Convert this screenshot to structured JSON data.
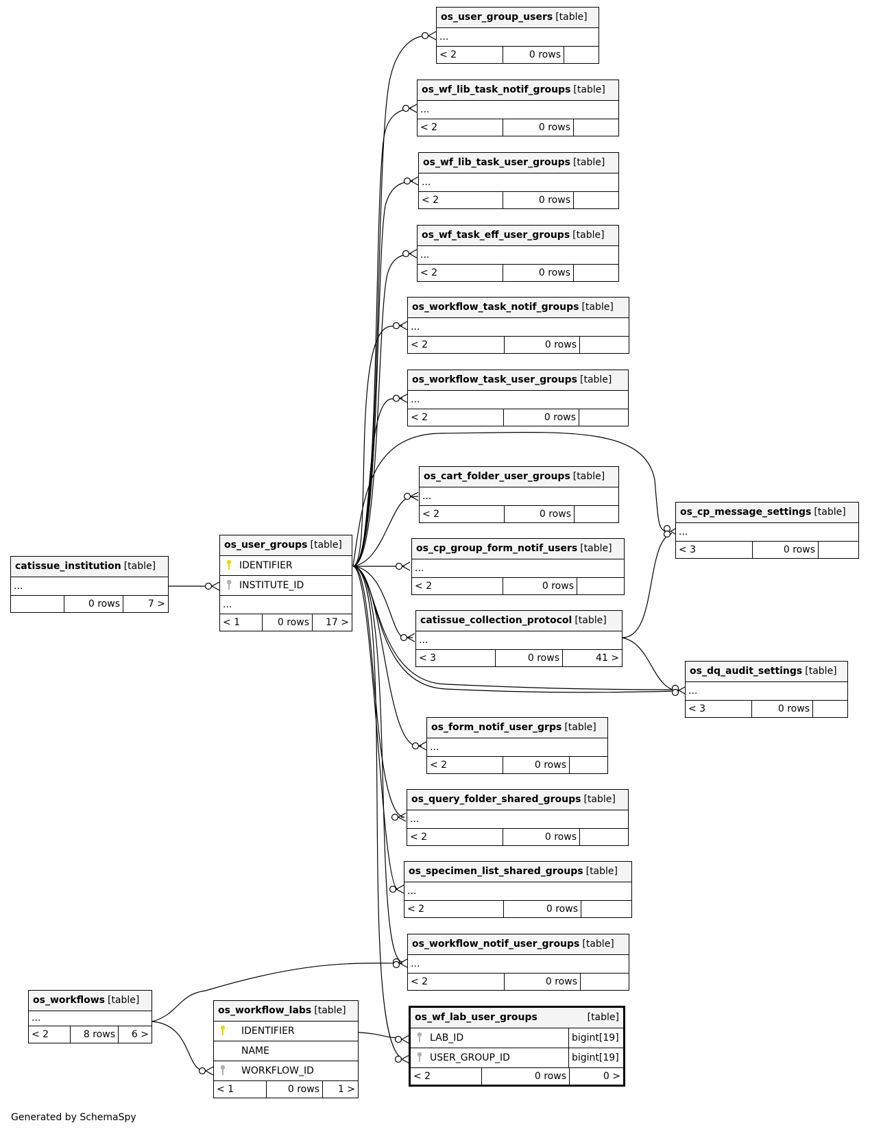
{
  "footer": "Generated by SchemaSpy",
  "type_label": "[table]",
  "tables": {
    "os_user_group_users": {
      "name": "os_user_group_users",
      "rows": [
        "..."
      ],
      "footer": [
        "< 2",
        "0 rows",
        ""
      ]
    },
    "os_wf_lib_task_notif_groups": {
      "name": "os_wf_lib_task_notif_groups",
      "rows": [
        "..."
      ],
      "footer": [
        "< 2",
        "0 rows",
        ""
      ]
    },
    "os_wf_lib_task_user_groups": {
      "name": "os_wf_lib_task_user_groups",
      "rows": [
        "..."
      ],
      "footer": [
        "< 2",
        "0 rows",
        ""
      ]
    },
    "os_wf_task_eff_user_groups": {
      "name": "os_wf_task_eff_user_groups",
      "rows": [
        "..."
      ],
      "footer": [
        "< 2",
        "0 rows",
        ""
      ]
    },
    "os_workflow_task_notif_groups": {
      "name": "os_workflow_task_notif_groups",
      "rows": [
        "..."
      ],
      "footer": [
        "< 2",
        "0 rows",
        ""
      ]
    },
    "os_workflow_task_user_groups": {
      "name": "os_workflow_task_user_groups",
      "rows": [
        "..."
      ],
      "footer": [
        "< 2",
        "0 rows",
        ""
      ]
    },
    "os_cart_folder_user_groups": {
      "name": "os_cart_folder_user_groups",
      "rows": [
        "..."
      ],
      "footer": [
        "< 2",
        "0 rows",
        ""
      ]
    },
    "os_cp_group_form_notif_users": {
      "name": "os_cp_group_form_notif_users",
      "rows": [
        "..."
      ],
      "footer": [
        "< 2",
        "0 rows",
        ""
      ]
    },
    "catissue_collection_protocol": {
      "name": "catissue_collection_protocol",
      "rows": [
        "..."
      ],
      "footer": [
        "< 3",
        "0 rows",
        "41 >"
      ]
    },
    "os_form_notif_user_grps": {
      "name": "os_form_notif_user_grps",
      "rows": [
        "..."
      ],
      "footer": [
        "< 2",
        "0 rows",
        ""
      ]
    },
    "os_query_folder_shared_groups": {
      "name": "os_query_folder_shared_groups",
      "rows": [
        "..."
      ],
      "footer": [
        "< 2",
        "0 rows",
        ""
      ]
    },
    "os_specimen_list_shared_groups": {
      "name": "os_specimen_list_shared_groups",
      "rows": [
        "..."
      ],
      "footer": [
        "< 2",
        "0 rows",
        ""
      ]
    },
    "os_workflow_notif_user_groups": {
      "name": "os_workflow_notif_user_groups",
      "rows": [
        "..."
      ],
      "footer": [
        "< 2",
        "0 rows",
        ""
      ]
    },
    "os_wf_lab_user_groups": {
      "name": "os_wf_lab_user_groups",
      "columns": [
        {
          "name": "LAB_ID",
          "type": "bigint[19]"
        },
        {
          "name": "USER_GROUP_ID",
          "type": "bigint[19]"
        }
      ],
      "footer": [
        "< 2",
        "0 rows",
        "0 >"
      ]
    },
    "os_cp_message_settings": {
      "name": "os_cp_message_settings",
      "rows": [
        "..."
      ],
      "footer": [
        "< 3",
        "0 rows",
        ""
      ]
    },
    "os_dq_audit_settings": {
      "name": "os_dq_audit_settings",
      "rows": [
        "..."
      ],
      "footer": [
        "< 3",
        "0 rows",
        ""
      ]
    },
    "catissue_institution": {
      "name": "catissue_institution",
      "rows": [
        "..."
      ],
      "footer": [
        "",
        "0 rows",
        "7 >"
      ]
    },
    "os_user_groups": {
      "name": "os_user_groups",
      "columns": [
        {
          "name": "IDENTIFIER",
          "key": "primary"
        },
        {
          "name": "INSTITUTE_ID",
          "key": "foreign"
        },
        {
          "name": "..."
        }
      ],
      "footer": [
        "< 1",
        "0 rows",
        "17 >"
      ]
    },
    "os_workflows": {
      "name": "os_workflows",
      "rows": [
        "..."
      ],
      "footer": [
        "< 2",
        "8 rows",
        "6 >"
      ]
    },
    "os_workflow_labs": {
      "name": "os_workflow_labs",
      "columns": [
        {
          "name": "IDENTIFIER",
          "key": "primary"
        },
        {
          "name": "NAME"
        },
        {
          "name": "WORKFLOW_ID",
          "key": "foreign"
        }
      ],
      "footer": [
        "< 1",
        "0 rows",
        "1 >"
      ]
    }
  },
  "colors": {
    "border": "#000000",
    "header_bg": "#f4f4f4",
    "primary_key": "#e6d800",
    "foreign_key": "#b0b0b0"
  }
}
